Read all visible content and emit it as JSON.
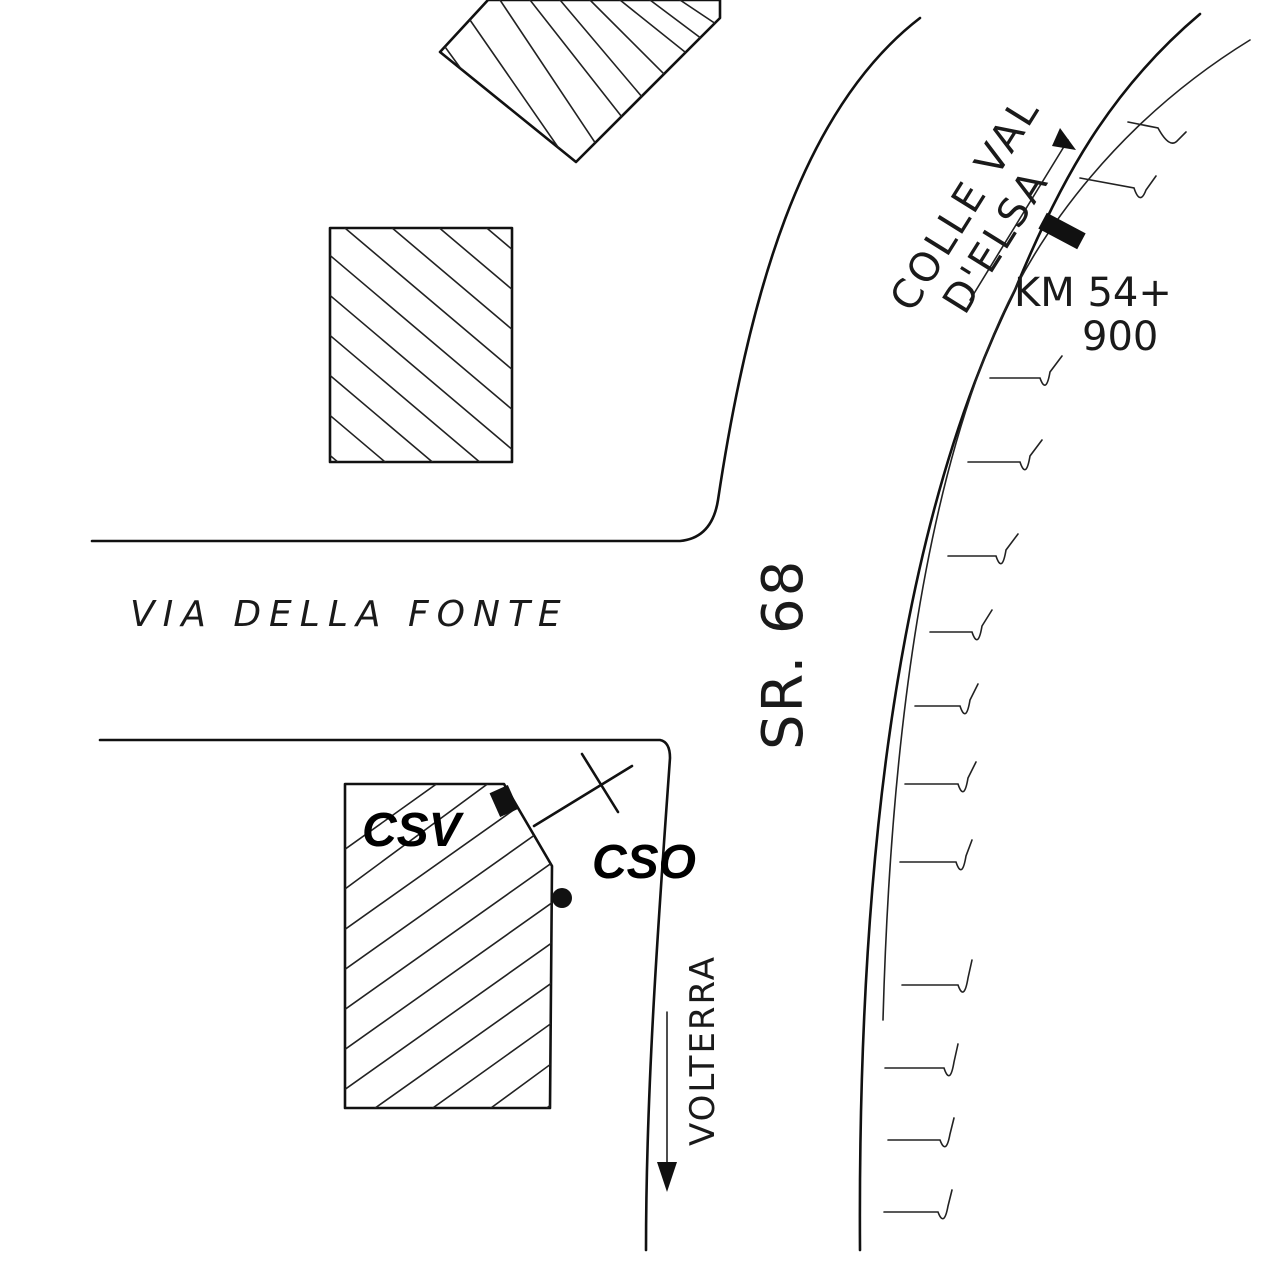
{
  "map": {
    "labels": {
      "street_left": "VIA DELLA FONTE",
      "road_main": "SR. 68",
      "dir_north_line1": "COLLE VAL",
      "dir_north_line2": "D'ELSA",
      "km_line1": "KM 54+",
      "km_line2": "900",
      "dir_south": "VOLTERRA",
      "station_v": "CSV",
      "station_o": "CSO"
    },
    "colors": {
      "ink": "#111111",
      "background": "#ffffff"
    }
  }
}
